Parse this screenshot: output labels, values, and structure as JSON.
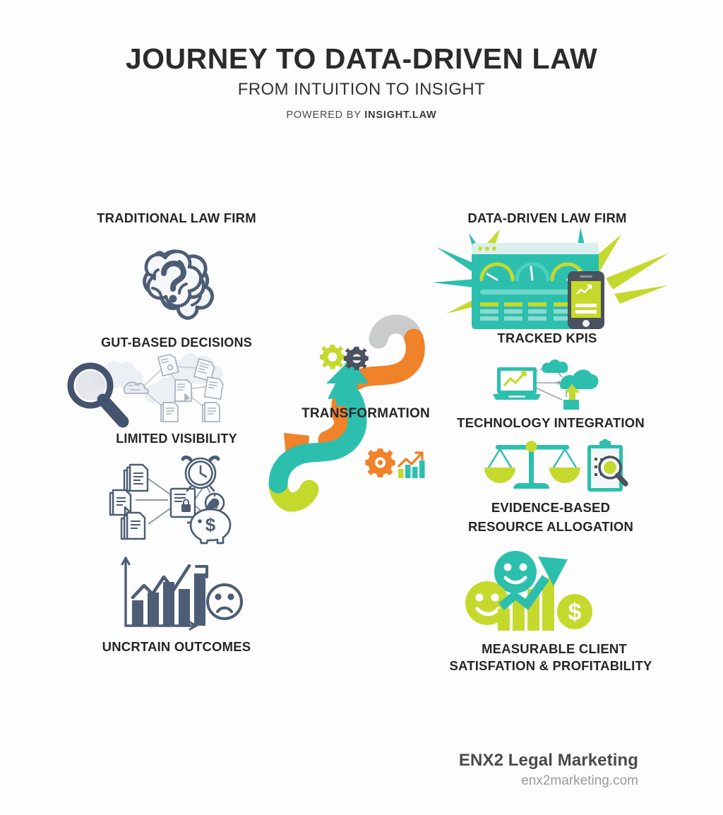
{
  "header": {
    "title": "JOURNEY TO DATA-DRIVEN LAW",
    "subtitle": "FROM INTUITION TO INSIGHT",
    "powered_prefix": "POWERED BY ",
    "powered_brand": "INSIGHT.LAW"
  },
  "left_column": {
    "heading": "TRADITIONAL LAW FIRM",
    "items": [
      {
        "label": "GUT-BASED DECISIONS",
        "icon": "brain-question-icon"
      },
      {
        "label": "LIMITED VISIBILITY",
        "icon": "magnifier-cloud-documents-icon"
      },
      {
        "label": "",
        "icon": "document-network-clock-piggybank-icon"
      },
      {
        "label": "UNCRTAIN OUTCOMES",
        "icon": "bar-chart-sad-face-icon"
      }
    ]
  },
  "right_column": {
    "heading": "DATA-DRIVEN LAW FIRM",
    "items": [
      {
        "label": "TRACKED KPIS",
        "icon": "dashboard-gauges-phone-icon"
      },
      {
        "label": "TECHNOLOGY INTEGRATION",
        "icon": "laptop-cloud-upload-icon"
      },
      {
        "label_line1": "EVIDENCE-BASED",
        "label_line2": "RESOURCE ALLOGATION",
        "icon": "scales-clipboard-magnifier-icon"
      },
      {
        "label_line1": "MEASURABLE CLIENT",
        "label_line2": "SATISFATION & PROFITABILITY",
        "icon": "smiley-bars-dollar-icon"
      }
    ]
  },
  "center": {
    "label": "TRANSFORMATION",
    "arrow_down_icon": "orange-s-curve-arrow-down-left",
    "arrow_up_icon": "teal-s-curve-arrow-up-right",
    "gear_pair_icon": "gears-icon",
    "gear_chart_icon": "gear-growth-chart-icon"
  },
  "footer": {
    "brand": "ENX2 Legal Marketing",
    "url": "enx2marketing.com"
  },
  "colors": {
    "teal": "#2cbfae",
    "teal_dark": "#1fa99a",
    "lime": "#c5d92d",
    "lime_dark": "#b3c727",
    "orange": "#f08229",
    "slate": "#4d5d75",
    "slate_light": "#8a97aa",
    "gray_tail": "#c9cbcd",
    "dark_gray": "#49525e",
    "text": "#262626",
    "background": "#fdfdfd"
  }
}
